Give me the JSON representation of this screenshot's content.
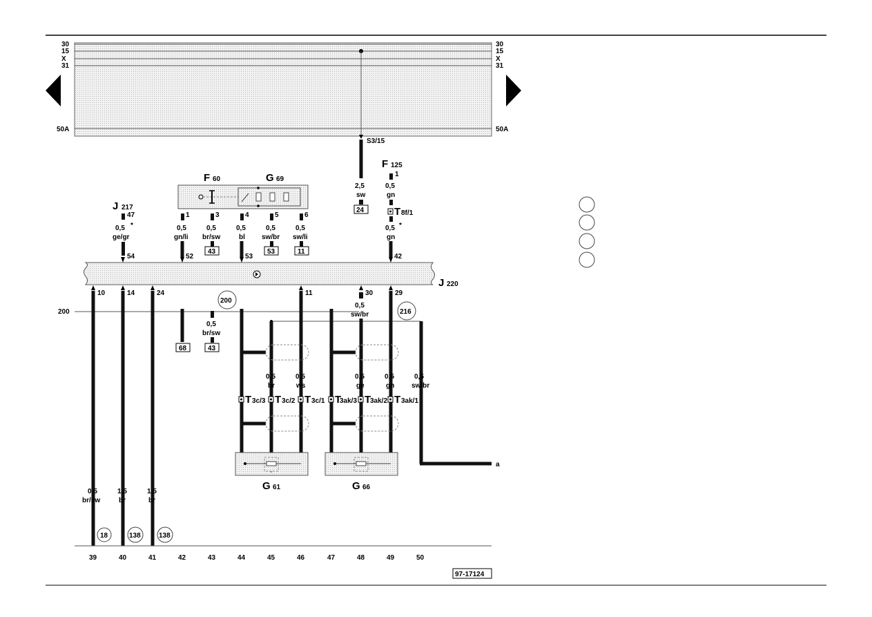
{
  "rails_left": [
    "30",
    "15",
    "X",
    "31"
  ],
  "rails_right": [
    "30",
    "15",
    "X",
    "31"
  ],
  "rail_50a": "50A",
  "ground_200": "200",
  "feed": {
    "label": "S3/15",
    "cross": "2,5",
    "color": "sw",
    "ref": "24"
  },
  "components": {
    "f60": {
      "letter": "F",
      "num": "60"
    },
    "g69": {
      "letter": "G",
      "num": "69"
    },
    "j217": {
      "letter": "J",
      "num": "217"
    },
    "f125": {
      "letter": "F",
      "num": "125"
    },
    "j220": {
      "letter": "J",
      "num": "220"
    },
    "g61": {
      "letter": "G",
      "num": "61"
    },
    "g66": {
      "letter": "G",
      "num": "66"
    }
  },
  "pins_top": [
    {
      "pin": "47",
      "cross": "0,5",
      "star": "*",
      "color": "ge/gr",
      "jpin": "54"
    },
    {
      "pin": "1",
      "cross": "0,5",
      "color": "gn/li",
      "jpin": "52"
    },
    {
      "pin": "3",
      "cross": "0,5",
      "color": "br/sw",
      "ref": "43"
    },
    {
      "pin": "4",
      "cross": "0,5",
      "color": "bl",
      "jpin": "53"
    },
    {
      "pin": "5",
      "cross": "0,5",
      "color": "sw/br",
      "ref": "53"
    },
    {
      "pin": "6",
      "cross": "0,5",
      "color": "sw/li",
      "ref": "11"
    }
  ],
  "f125_chain": {
    "pin": "1",
    "cross1": "0,5",
    "color1": "gn",
    "connector": "T8f/1",
    "cross2": "0,5",
    "star": "*",
    "color2": "gn",
    "jpin": "42"
  },
  "pins_bottom": [
    "10",
    "14",
    "24",
    "11",
    "30",
    "29"
  ],
  "mid_wires": [
    {
      "cross": "0,5",
      "color": "sw/br"
    },
    {
      "cross": "0,5",
      "color": "br/sw",
      "ref": "43"
    },
    {
      "ref": "68"
    }
  ],
  "circle_refs": [
    "200",
    "216",
    "18",
    "138",
    "138"
  ],
  "sensor_wires": [
    {
      "cross": "0,5",
      "color": "br"
    },
    {
      "cross": "0,5",
      "color": "ws"
    },
    {
      "cross": "0,5",
      "color": "ge"
    },
    {
      "cross": "0,5",
      "color": "gn"
    },
    {
      "cross": "0,5",
      "color": "sw/br"
    }
  ],
  "connectors": [
    {
      "t": "T",
      "s": "3c/3"
    },
    {
      "t": "T",
      "s": "3c/2"
    },
    {
      "t": "T",
      "s": "3c/1"
    },
    {
      "t": "T",
      "s": "3ak/3"
    },
    {
      "t": "T",
      "s": "3ak/2"
    },
    {
      "t": "T",
      "s": "3ak/1"
    }
  ],
  "bottom_wires": [
    {
      "cross": "0,5",
      "color": "br/sw"
    },
    {
      "cross": "1,5",
      "color": "br"
    },
    {
      "cross": "1,5",
      "color": "br"
    }
  ],
  "end_label": "a",
  "columns": [
    "39",
    "40",
    "41",
    "42",
    "43",
    "44",
    "45",
    "46",
    "47",
    "48",
    "49",
    "50"
  ],
  "doc_number": "97-17124"
}
